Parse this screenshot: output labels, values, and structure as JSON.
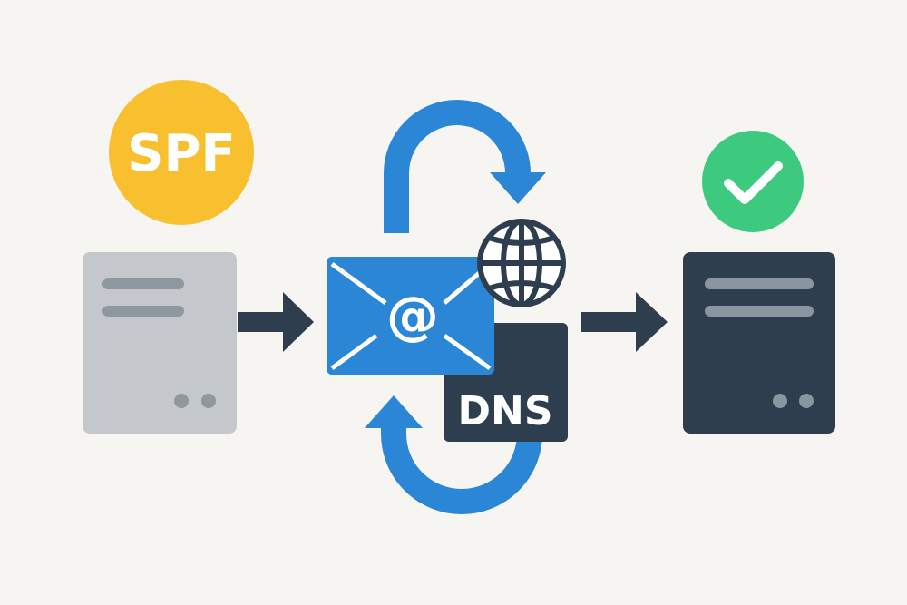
{
  "badges": {
    "spf": "SPF",
    "dns": "DNS"
  },
  "icons": [
    "server-icon",
    "arrow-right-icon",
    "envelope-at-icon",
    "globe-icon",
    "dns-box",
    "refresh-arrows-icon",
    "checkmark-icon"
  ],
  "colors": {
    "background": "#f6f5f2",
    "spf_yellow": "#f8bf2e",
    "blue": "#2b86d6",
    "dark": "#2f3e4e",
    "sender_server": "#c4c8cc",
    "success_green": "#3dca7e"
  }
}
